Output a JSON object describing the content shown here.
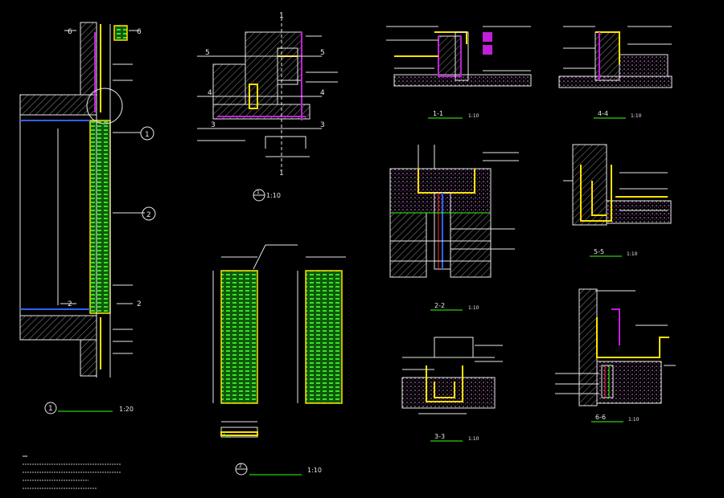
{
  "drawing": {
    "background": "#000000",
    "colors": {
      "line": "#e8e8e8",
      "green": "#39ff14",
      "yellow": "#ffe100",
      "magenta": "#c020d8",
      "red": "#ff2a2a"
    },
    "details": [
      {
        "id": "1",
        "scale": "1:10"
      },
      {
        "id": "2",
        "scale": "1:10"
      },
      {
        "id": "plan",
        "scale": "1:20"
      }
    ],
    "sections": [
      {
        "label": "1-1",
        "scale": "1:10"
      },
      {
        "label": "2-2",
        "scale": "1:10"
      },
      {
        "label": "3-3",
        "scale": "1:10"
      },
      {
        "label": "4-4",
        "scale": "1:10"
      },
      {
        "label": "5-5",
        "scale": "1:10"
      },
      {
        "label": "6-6",
        "scale": "1:10"
      }
    ],
    "section_markers": [
      "1",
      "2",
      "3",
      "4",
      "5",
      "6"
    ]
  }
}
